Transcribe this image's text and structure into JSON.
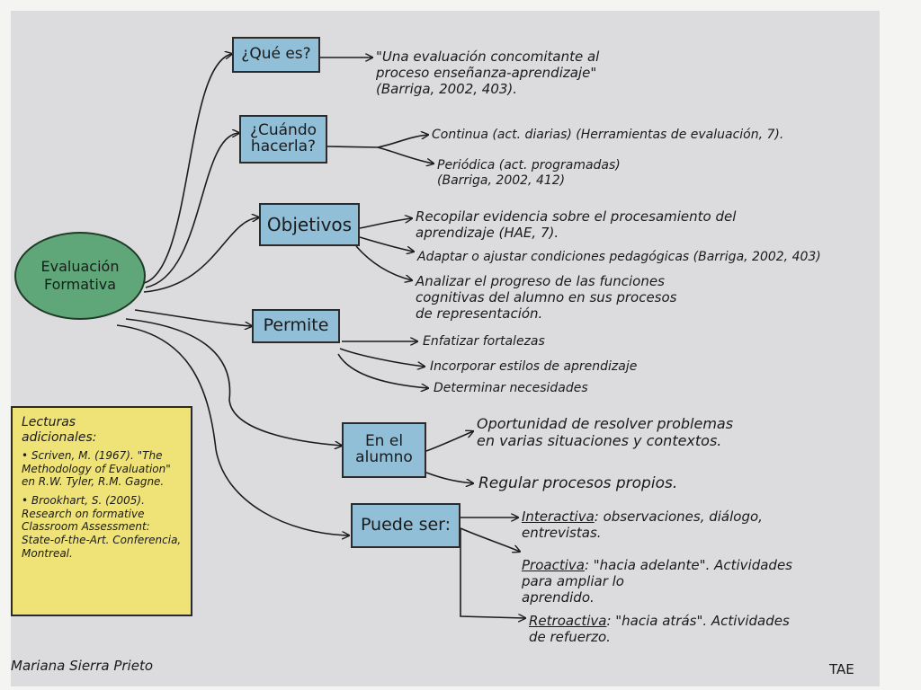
{
  "center": {
    "label": "Evaluación Formativa"
  },
  "colors": {
    "node": "#92bfd8",
    "center": "#5fa779",
    "readings": "#efe377"
  },
  "nodes": {
    "que_es": "¿Qué es?",
    "cuando": "¿Cuándo hacerla?",
    "objetivos": "Objetivos",
    "permite": "Permite",
    "alumno": "En el alumno",
    "puede_ser": "Puede ser:"
  },
  "texts": {
    "que_es_1": "\"Una evaluación concomitante al\nproceso enseñanza-aprendizaje\"\n(Barriga, 2002, 403).",
    "cuando_1": "Continua (act. diarias) (Herramientas de evaluación, 7).",
    "cuando_2": "Periódica (act. programadas)\n(Barriga, 2002, 412)",
    "obj_1": "Recopilar evidencia sobre el procesamiento del\naprendizaje (HAE, 7).",
    "obj_2": "Adaptar o ajustar condiciones pedagógicas (Barriga, 2002, 403)",
    "obj_3": "Analizar el progreso de las funciones\ncognitivas del alumno en sus procesos\nde representación.",
    "permite_1": "Enfatizar fortalezas",
    "permite_2": "Incorporar estilos de aprendizaje",
    "permite_3": "Determinar necesidades",
    "alumno_1": "Oportunidad de resolver problemas\nen varias situaciones y contextos.",
    "alumno_2": "Regular procesos propios.",
    "tipo_1_label": "Interactiva",
    "tipo_1_desc": ": observaciones, diálogo,\nentrevistas.",
    "tipo_2_label": "Proactiva",
    "tipo_2_desc": ": \"hacia adelante\". Actividades\npara ampliar lo\naprendido.",
    "tipo_3_label": "Retroactiva",
    "tipo_3_desc": ": \"hacia atrás\". Actividades\nde refuerzo."
  },
  "lecturas": {
    "title": "Lecturas\nadicionales:",
    "ref_1": "• Scriven, M. (1967). \"The Methodology of Evaluation\" en R.W. Tyler, R.M. Gagne.",
    "ref_2": "• Brookhart, S. (2005). Research on formative Classroom Assessment: State-of-the-Art. Conferencia, Montreal."
  },
  "author": "Mariana Sierra Prieto",
  "tag": "TAE"
}
